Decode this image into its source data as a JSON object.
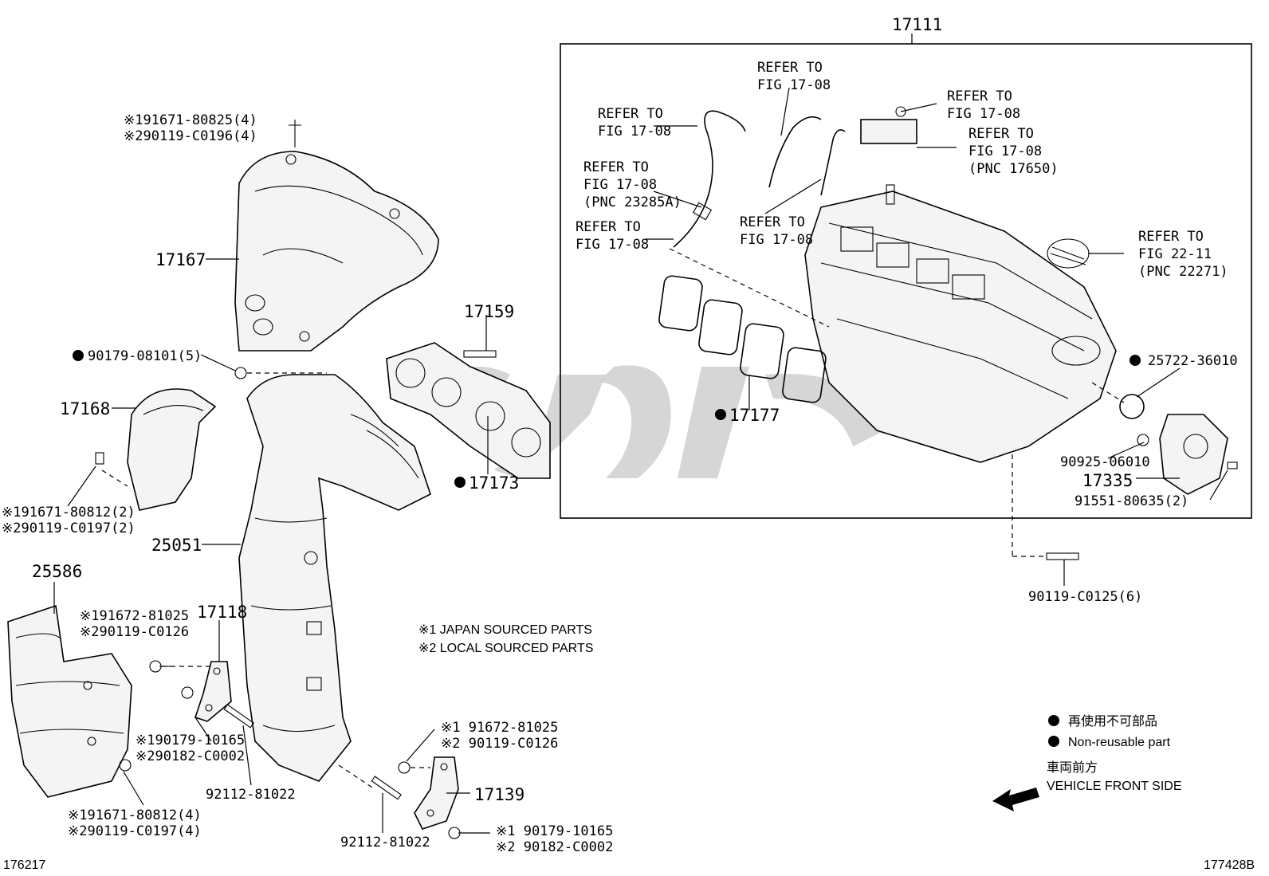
{
  "diagram": {
    "assembly_callout": "17111",
    "callouts": {
      "heat_insulator_upper": "17167",
      "heat_insulator_lower": "17168",
      "manifold_converter": "25051",
      "heat_insulator_front": "25586",
      "stud_top": "17159",
      "exhaust_gasket": "17173",
      "intake_gasket": "17177",
      "bracket_left": "17118",
      "bracket_right": "17139",
      "throttle_body": "17335"
    },
    "bolts": {
      "top_bolt_1": "※191671-80825(4)",
      "top_bolt_2": "※290119-C0196(4)",
      "nut_5": "90179-08101(5)",
      "side_bolt_1": "※191671-80812(2)",
      "side_bolt_2": "※290119-C0197(2)",
      "bracket_bolt_1": "※191672-81025",
      "bracket_bolt_2": "※290119-C0126",
      "bracket_nut_1": "※190179-10165",
      "bracket_nut_2": "※290182-C0002",
      "stud_1": "92112-81022",
      "stud_2": "92112-81022",
      "lower_bolt_1": "※191671-80812(4)",
      "lower_bolt_2": "※290119-C0197(4)",
      "right_bolt_1": "※1 91672-81025",
      "right_bolt_2": "※2 90119-C0126",
      "right_nut_1": "※1 90179-10165",
      "right_nut_2": "※2 90182-C0002",
      "oring": "25722-36010",
      "seal": "90925-06010",
      "tb_bolt": "91551-80635(2)",
      "manifold_bolt": "90119-C0125(6)"
    },
    "refers": [
      {
        "line1": "REFER TO",
        "line2": "FIG 17-08",
        "line3": ""
      },
      {
        "line1": "REFER TO",
        "line2": "FIG 17-08",
        "line3": ""
      },
      {
        "line1": "REFER TO",
        "line2": "FIG 17-08",
        "line3": "(PNC 23285A)"
      },
      {
        "line1": "REFER TO",
        "line2": "FIG 17-08",
        "line3": ""
      },
      {
        "line1": "REFER TO",
        "line2": "FIG 17-08",
        "line3": ""
      },
      {
        "line1": "REFER TO",
        "line2": "FIG 17-08",
        "line3": ""
      },
      {
        "line1": "REFER TO",
        "line2": "FIG 17-08",
        "line3": "(PNC 17650)"
      },
      {
        "line1": "REFER TO",
        "line2": "FIG 22-11",
        "line3": "(PNC 22271)"
      }
    ],
    "notes": {
      "japan": "※1 JAPAN SOURCED PARTS",
      "local": "※2 LOCAL SOURCED PARTS"
    },
    "legend": {
      "nonreusable_jp": "再使用不可部品",
      "nonreusable_en": "Non-reusable part",
      "front_jp": "車両前方",
      "front_en": "VEHICLE FRONT SIDE"
    },
    "figure_ids": {
      "left": "176217",
      "right": "177428B"
    }
  }
}
